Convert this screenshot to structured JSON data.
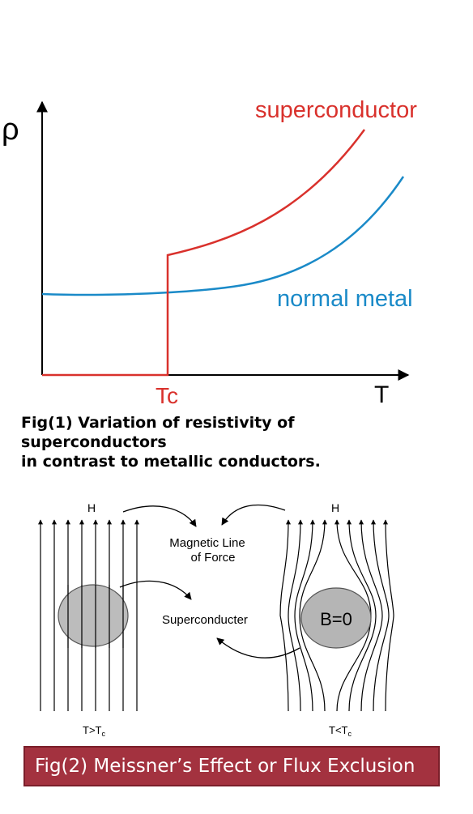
{
  "fig1": {
    "y_axis_label": "ρ",
    "x_axis_label": "T",
    "tc_label": "Tc",
    "superconductor_label": "superconductor",
    "normal_metal_label": "normal metal",
    "colors": {
      "superconductor": "#d9312c",
      "normal_metal": "#1a8ac8",
      "axis": "#000000"
    },
    "caption_lines": [
      "Fig(1) Variation of resistivity of",
      "superconductors",
      "in contrast to metallic conductors."
    ]
  },
  "fig2": {
    "field_label_left": "H",
    "field_label_right": "H",
    "magnetic_line_label_1": "Magnetic Line",
    "magnetic_line_label_2": "of Force",
    "superconducter_label": "Superconducter",
    "b_zero_label": "B=0",
    "left_temp_main": "T>T",
    "left_temp_sub": "c",
    "right_temp_main": "T<T",
    "right_temp_sub": "c",
    "banner_text": "Fig(2) Meissner’s Effect or Flux Exclusion",
    "colors": {
      "banner": "#a3323f",
      "ellipse": "#b5b5b5"
    }
  }
}
